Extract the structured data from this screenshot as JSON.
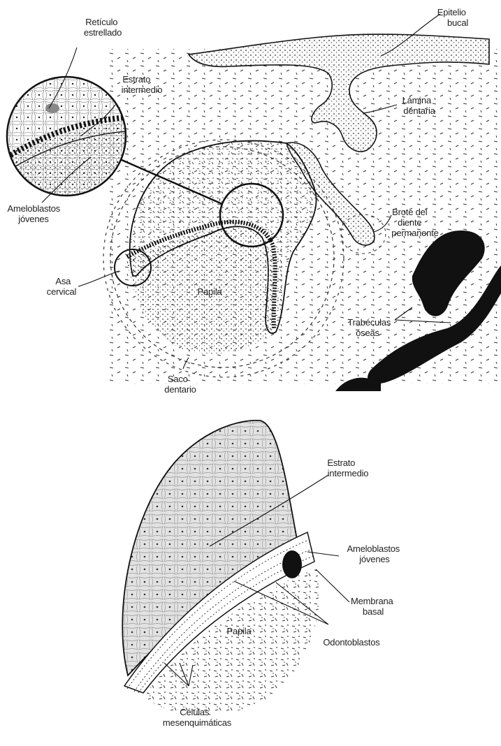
{
  "figure_top": {
    "labels": {
      "epitelio_bucal": [
        "Epitelio",
        "bucal"
      ],
      "reticulo": [
        "Retículo",
        "estrellado"
      ],
      "estrato": [
        "Estrato",
        "intermedio"
      ],
      "lamina": [
        "Lámina",
        "dentaria"
      ],
      "ameloblastos": [
        "Ameloblastos",
        "jóvenes"
      ],
      "brote": [
        "Brote del",
        "diente",
        "permanente"
      ],
      "asa": [
        "Asa",
        "cervical"
      ],
      "papila": "Papila",
      "trabeculas": [
        "Trabéculas",
        "óseas"
      ],
      "saco": [
        "Saco",
        "dentario"
      ]
    }
  },
  "figure_bottom": {
    "labels": {
      "estrato": [
        "Estrato",
        "intermedio"
      ],
      "ameloblastos": [
        "Ameloblastos",
        "jóvenes"
      ],
      "membrana": [
        "Membrana",
        "basal"
      ],
      "papila": "Papila",
      "odontoblastos": "Odontoblastos",
      "celulas": [
        "Células",
        "mesenquimáticas"
      ]
    }
  }
}
